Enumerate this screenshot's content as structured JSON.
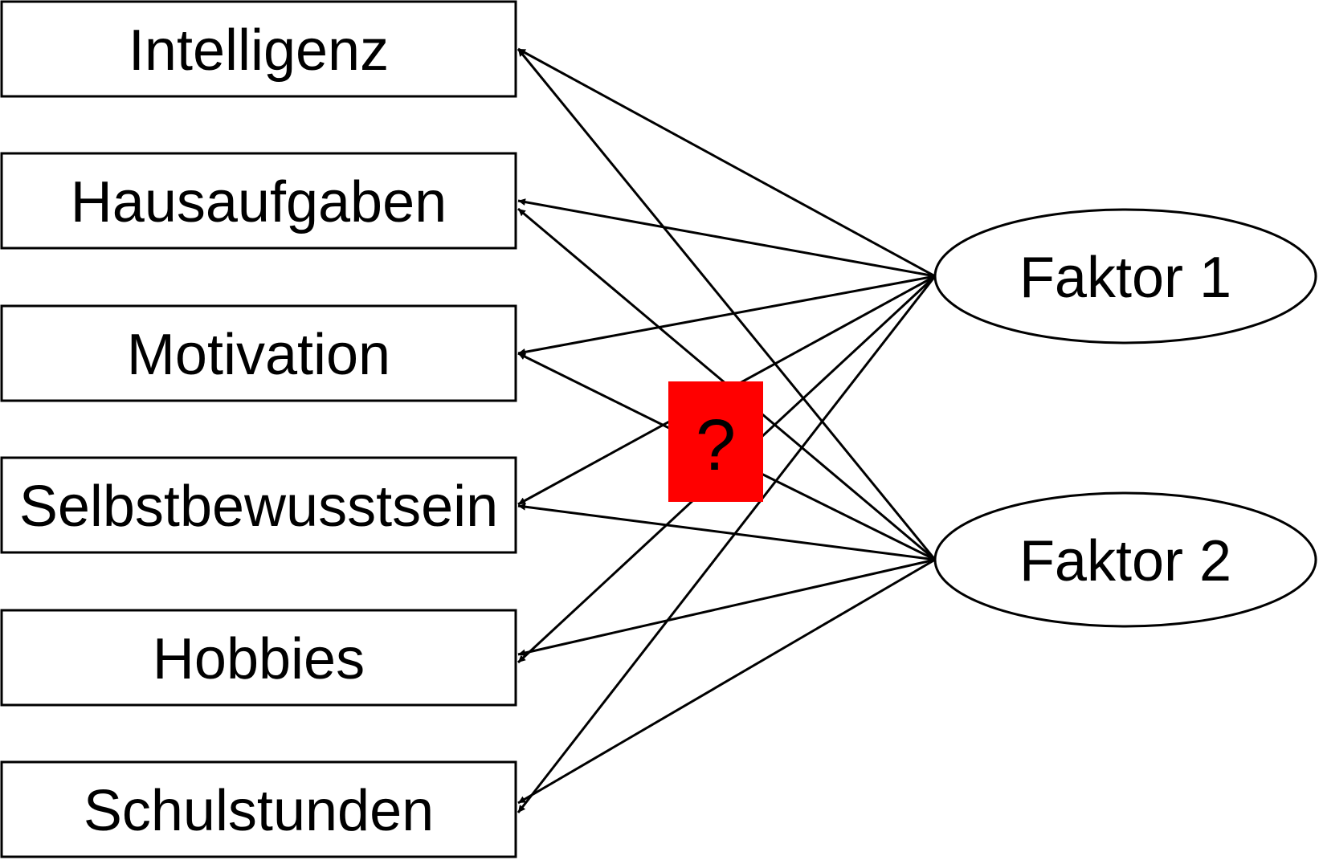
{
  "variables": [
    {
      "label": "Intelligenz"
    },
    {
      "label": "Hausaufgaben"
    },
    {
      "label": "Motivation"
    },
    {
      "label": "Selbstbewusstsein"
    },
    {
      "label": "Hobbies"
    },
    {
      "label": "Schulstunden"
    }
  ],
  "factors": [
    {
      "label": "Faktor 1"
    },
    {
      "label": "Faktor 2"
    }
  ],
  "connections": "every factor points to every variable",
  "overlay": {
    "symbol": "?",
    "color": "#ff0000"
  },
  "colors": {
    "stroke": "#000000",
    "background": "#ffffff"
  }
}
